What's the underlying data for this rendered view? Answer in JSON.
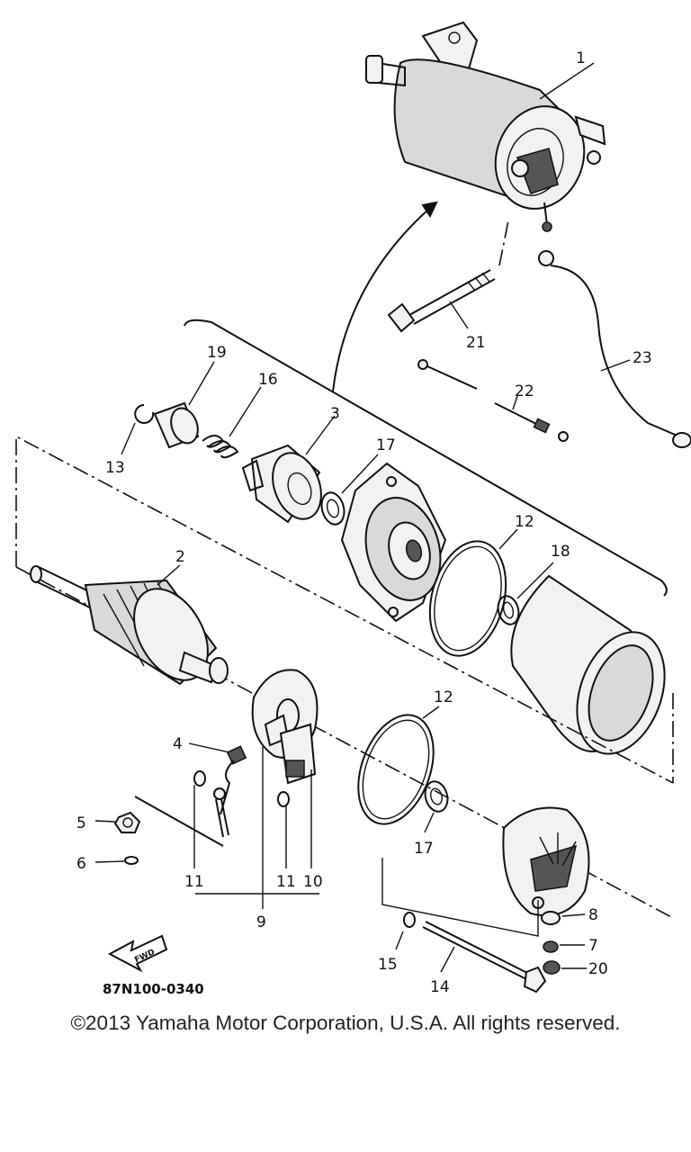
{
  "callouts": {
    "c1": "1",
    "c2": "2",
    "c3": "3",
    "c4": "4",
    "c5": "5",
    "c6": "6",
    "c7": "7",
    "c8": "8",
    "c9": "9",
    "c10": "10",
    "c11a": "11",
    "c11b": "11",
    "c12a": "12",
    "c12b": "12",
    "c13": "13",
    "c14": "14",
    "c15": "15",
    "c16": "16",
    "c17a": "17",
    "c17b": "17",
    "c18": "18",
    "c19": "19",
    "c20": "20",
    "c21": "21",
    "c22": "22",
    "c23": "23"
  },
  "fwd_label": "FWD",
  "part_code": "87N100-0340",
  "copyright": "©2013 Yamaha Motor Corporation, U.S.A. All rights reserved."
}
